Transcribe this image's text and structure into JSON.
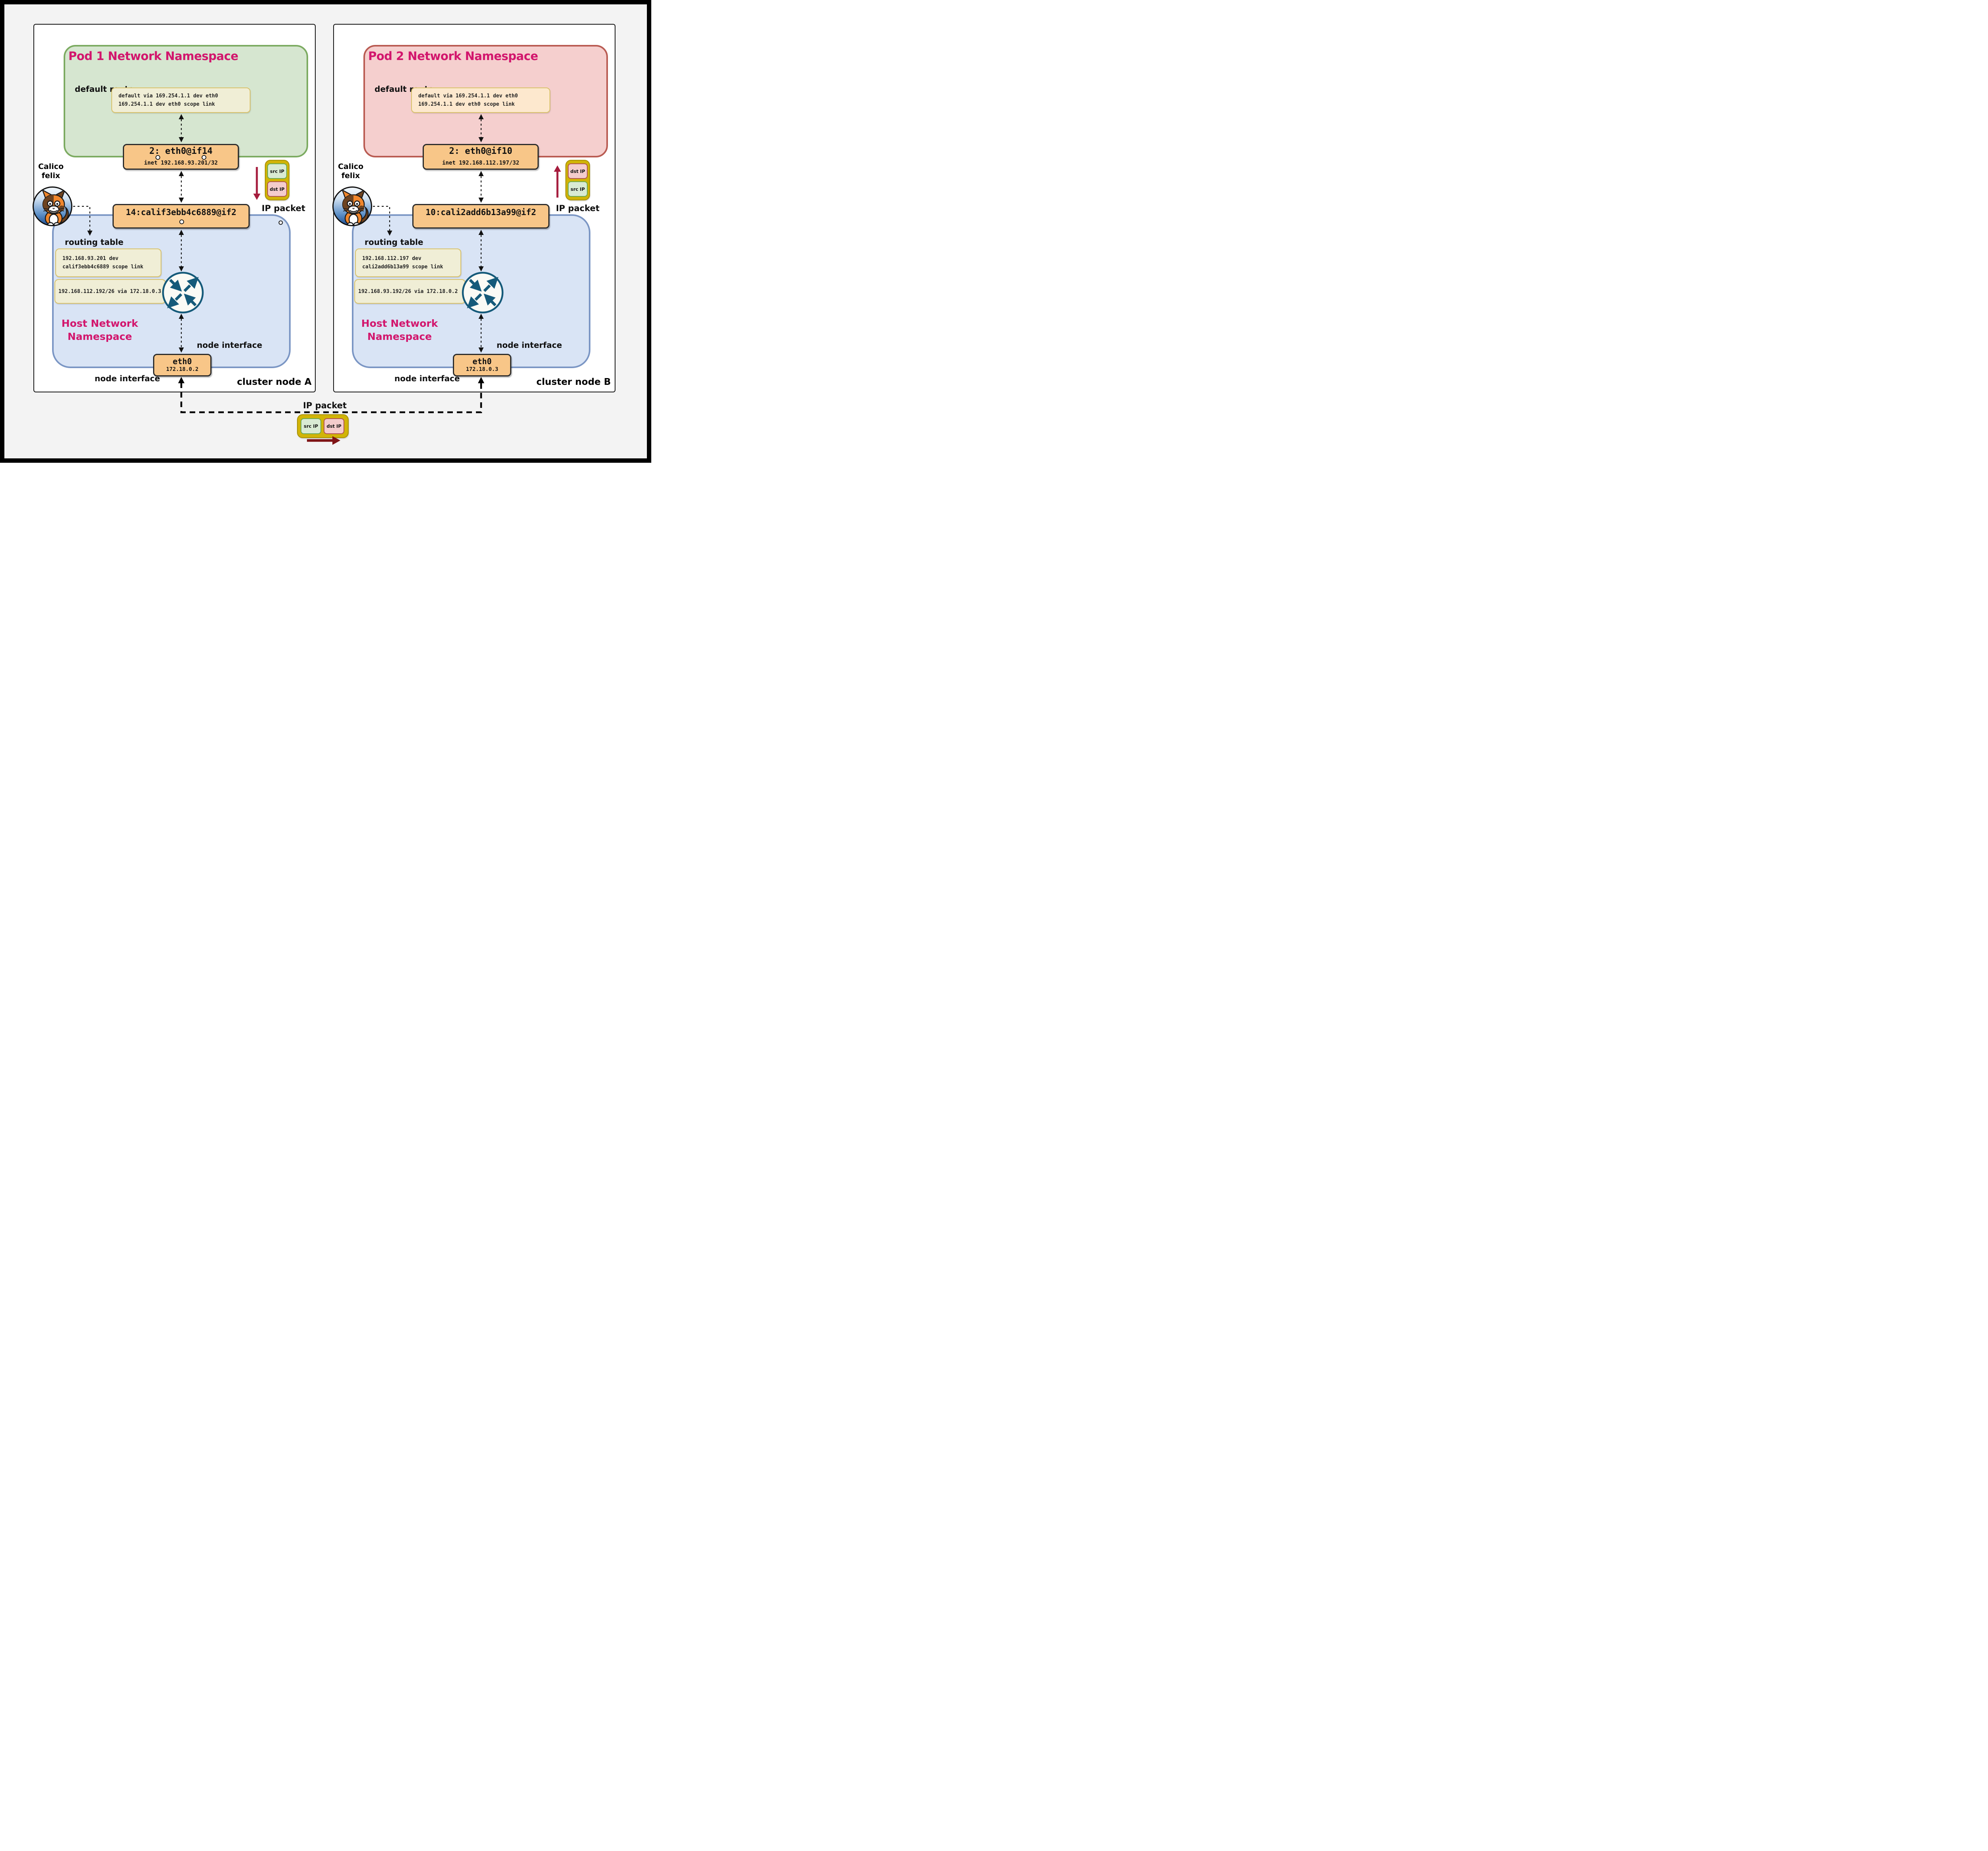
{
  "node_a": {
    "node_label": "cluster node A",
    "pod_namespace": {
      "title": "Pod 1 Network Namespace",
      "default_route_label": "default route",
      "default_route_line1": "default via 169.254.1.1 dev eth0",
      "default_route_line2": "169.254.1.1 dev eth0 scope link"
    },
    "pod_veth": {
      "name": "2: eth0@if14",
      "inet": "inet 192.168.93.201/32"
    },
    "host_veth": {
      "name": "14:calif3ebb4c6889@if2"
    },
    "felix_label_line1": "Calico",
    "felix_label_line2": "felix",
    "host_namespace": {
      "title_line1": "Host Network",
      "title_line2": "Namespace",
      "routing_table_label": "routing table",
      "route1_line1": "192.168.93.201 dev",
      "route1_line2": "calif3ebb4c6889 scope link",
      "route2": "192.168.112.192/26 via 172.18.0.3"
    },
    "node_interface_label_upper": "node interface",
    "node_interface_label_lower": "node interface",
    "eth0": {
      "name": "eth0",
      "ip": "172.18.0.2"
    },
    "ip_packet": {
      "label": "IP packet",
      "top_field": "src IP",
      "bottom_field": "dst IP"
    }
  },
  "node_b": {
    "node_label": "cluster node B",
    "pod_namespace": {
      "title": "Pod 2 Network Namespace",
      "default_route_label": "default route",
      "default_route_line1": "default via 169.254.1.1 dev eth0",
      "default_route_line2": "169.254.1.1 dev eth0 scope link"
    },
    "pod_veth": {
      "name": "2: eth0@if10",
      "inet": "inet 192.168.112.197/32"
    },
    "host_veth": {
      "name": "10:cali2add6b13a99@if2"
    },
    "felix_label_line1": "Calico",
    "felix_label_line2": "felix",
    "host_namespace": {
      "title_line1": "Host Network",
      "title_line2": "Namespace",
      "routing_table_label": "routing table",
      "route1_line1": "192.168.112.197 dev",
      "route1_line2": "cali2add6b13a99 scope link",
      "route2": "192.168.93.192/26 via 172.18.0.2"
    },
    "node_interface_label_upper": "node interface",
    "node_interface_label_lower": "node interface",
    "eth0": {
      "name": "eth0",
      "ip": "172.18.0.3"
    },
    "ip_packet": {
      "label": "IP packet",
      "top_field": "dst IP",
      "bottom_field": "src IP"
    }
  },
  "bottom_packet": {
    "label": "IP packet",
    "left_field": "src IP",
    "right_field": "dst IP"
  },
  "colors": {
    "namespace_title": "#d2166d",
    "pod1_fill": "#d6e6d0",
    "pod1_border": "#7cab61",
    "pod2_fill": "#f5cfce",
    "pod2_border": "#b95b52",
    "host_fill": "#d9e4f5",
    "host_border": "#7b96c4",
    "interface_fill": "#f8c688",
    "packet_fill": "#d1b407",
    "src_fill": "#d9ead3",
    "dst_fill": "#f4cccc",
    "arrow_red": "#a51c3d",
    "arrow_dark_red": "#7f1416",
    "router_color": "#155a7a"
  }
}
